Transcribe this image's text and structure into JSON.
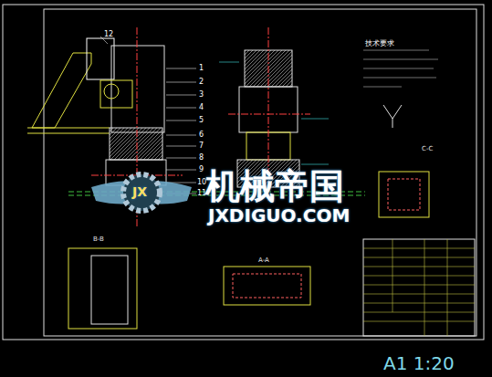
{
  "diagram": {
    "labels": [
      "12",
      "1",
      "2",
      "3",
      "4",
      "5",
      "6",
      "7",
      "8",
      "9",
      "10",
      "11",
      "技术要求",
      "C-C",
      "B-B",
      "A-A",
      "机械帝国",
      "JXDIGUO.COM",
      "JX",
      "A1 1:20"
    ]
  }
}
